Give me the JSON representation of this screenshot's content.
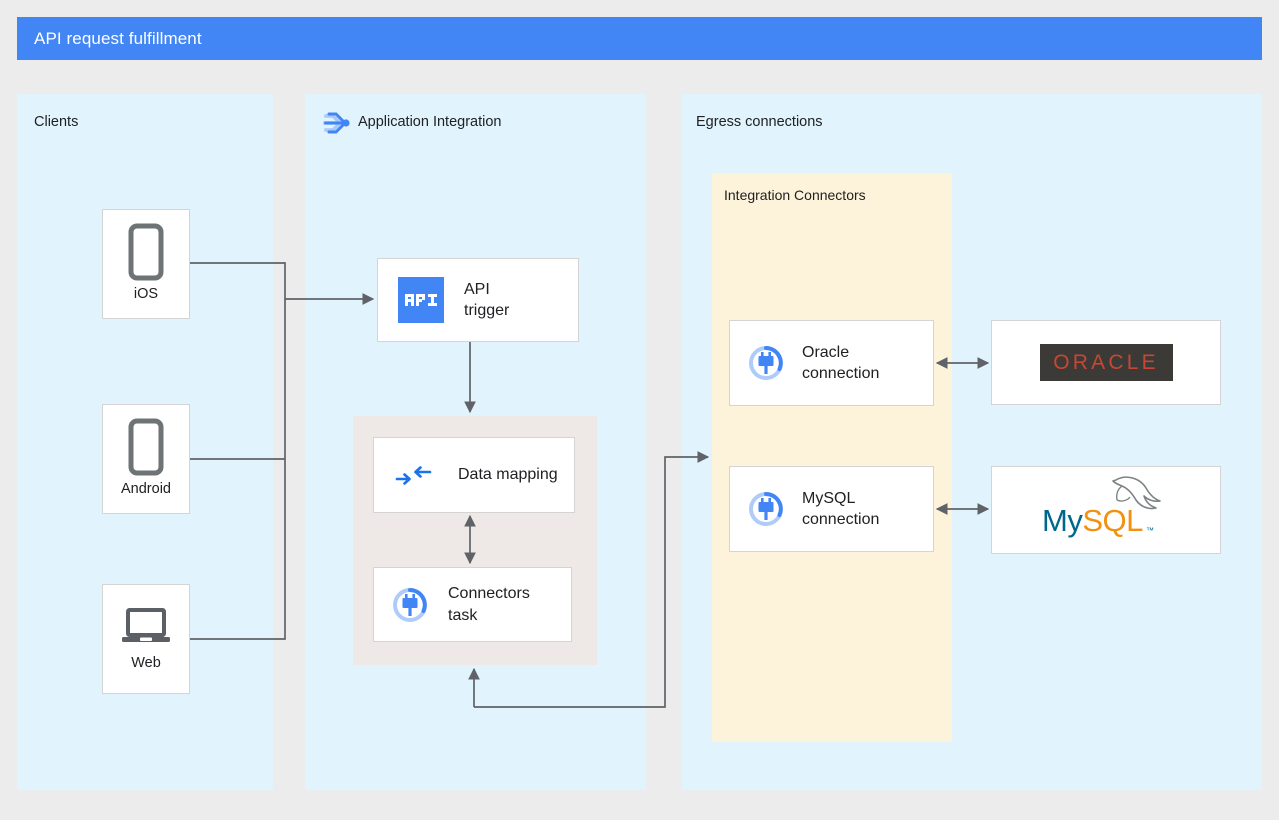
{
  "header": {
    "title": "API request fulfillment",
    "bar_color": "#4285f4"
  },
  "colors": {
    "canvas_bg": "#ececec",
    "panel_bg": "#e1f3fd",
    "connectors_group_bg": "#fdf3da",
    "task_group_bg": "#eee9e6",
    "node_bg": "#ffffff",
    "node_border": "#d4d4d4",
    "wire": "#5f6368",
    "accent_blue": "#4285f4",
    "device_grey": "#6e7376",
    "oracle_red": "#c74634",
    "oracle_dark": "#3b3a36",
    "mysql_teal": "#00678c",
    "mysql_orange": "#f29111"
  },
  "panels": [
    {
      "id": "clients",
      "label": "Clients",
      "icon": null
    },
    {
      "id": "application-integration",
      "label": "Application Integration",
      "icon": "application-integration-icon"
    },
    {
      "id": "egress-connections",
      "label": "Egress connections",
      "icon": null
    }
  ],
  "groups": [
    {
      "id": "integration-connectors",
      "label": "Integration Connectors"
    },
    {
      "id": "task-group",
      "label": ""
    }
  ],
  "clients": [
    {
      "id": "ios",
      "label": "iOS",
      "icon": "phone-icon"
    },
    {
      "id": "android",
      "label": "Android",
      "icon": "phone-icon"
    },
    {
      "id": "web",
      "label": "Web",
      "icon": "laptop-icon"
    }
  ],
  "integration_nodes": [
    {
      "id": "api-trigger",
      "label": "API\ntrigger",
      "icon": "api-trigger-icon"
    },
    {
      "id": "data-mapping",
      "label": "Data mapping",
      "icon": "data-mapping-icon"
    },
    {
      "id": "connectors-task",
      "label": "Connectors\ntask",
      "icon": "connector-plug-icon"
    }
  ],
  "connections": [
    {
      "id": "oracle-connection",
      "label": "Oracle\nconnection",
      "icon": "connector-plug-icon"
    },
    {
      "id": "mysql-connection",
      "label": "MySQL\nconnection",
      "icon": "connector-plug-icon"
    }
  ],
  "backends": [
    {
      "id": "oracle-logo",
      "label": "ORACLE",
      "icon": "oracle-logo"
    },
    {
      "id": "mysql-logo",
      "label_primary": "My",
      "label_secondary": "SQL",
      "label_tm": "™",
      "icon": "mysql-logo"
    }
  ]
}
